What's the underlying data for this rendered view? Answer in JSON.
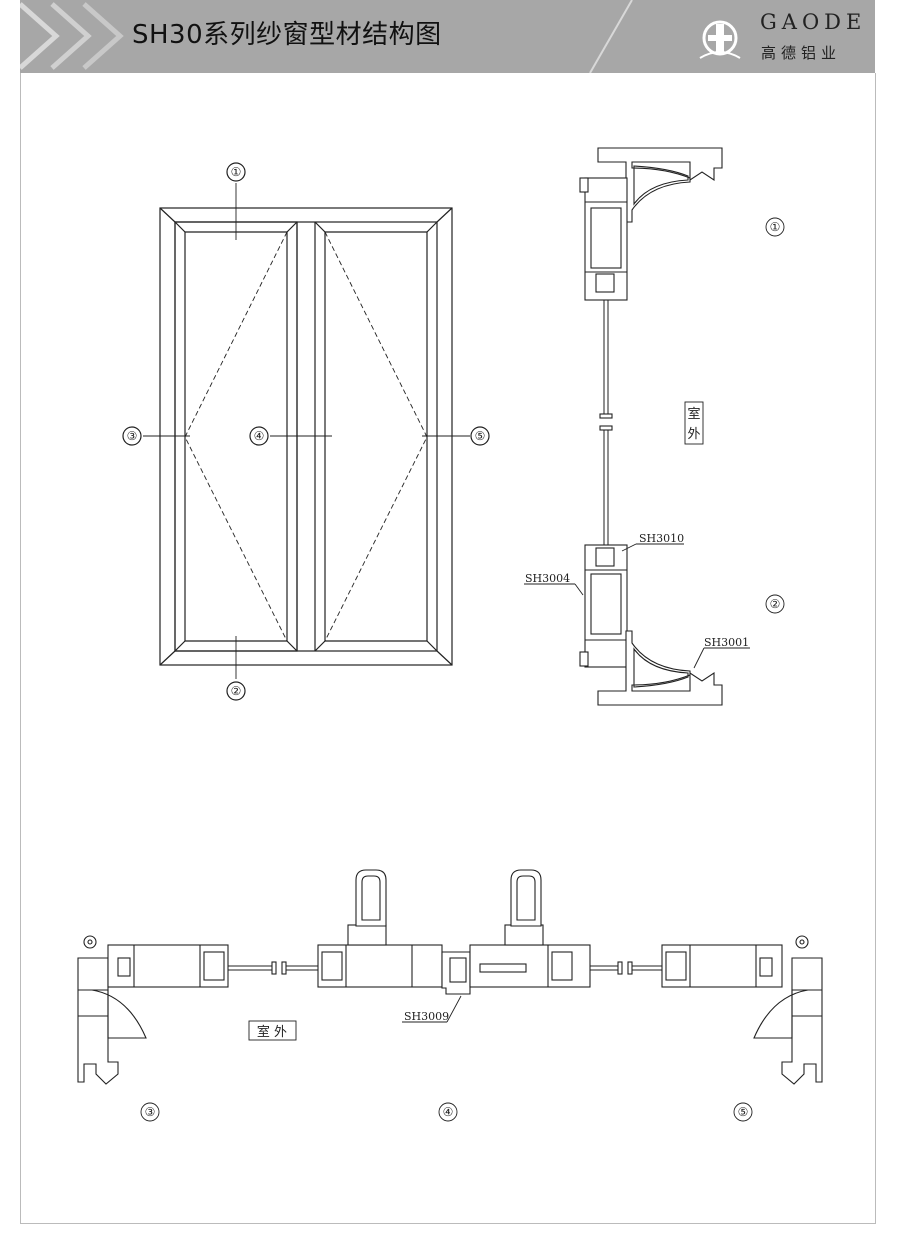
{
  "header": {
    "title": "SH30系列纱窗型材结构图",
    "brand_en": "GAODE",
    "brand_cn": "高德铝业",
    "bg_color": "#a7a7a7"
  },
  "elevation": {
    "markers": [
      "①",
      "②",
      "③",
      "④",
      "⑤"
    ]
  },
  "vertical_section": {
    "marker_top": "①",
    "marker_bottom": "②",
    "outside_label_1": "室",
    "outside_label_2": "外",
    "part_a": "SH3010",
    "part_b": "SH3004",
    "part_c": "SH3001"
  },
  "horizontal_section": {
    "outside_label": "室 外",
    "part_mullion": "SH3009",
    "marker_left": "③",
    "marker_mid": "④",
    "marker_right": "⑤"
  }
}
